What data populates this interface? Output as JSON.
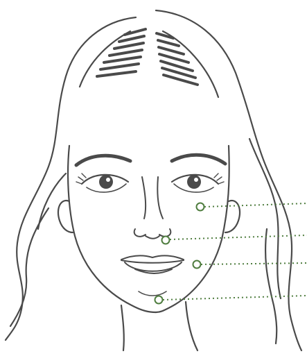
{
  "colors": {
    "background": "#ffffff",
    "outline": "#4a4a4a",
    "marker": "#4f7d3f"
  },
  "illustration": {
    "subject": "face-line-drawing",
    "markers": [
      {
        "name": "cheek-marker"
      },
      {
        "name": "nasolabial-marker"
      },
      {
        "name": "jowl-marker"
      },
      {
        "name": "chin-marker"
      }
    ]
  }
}
